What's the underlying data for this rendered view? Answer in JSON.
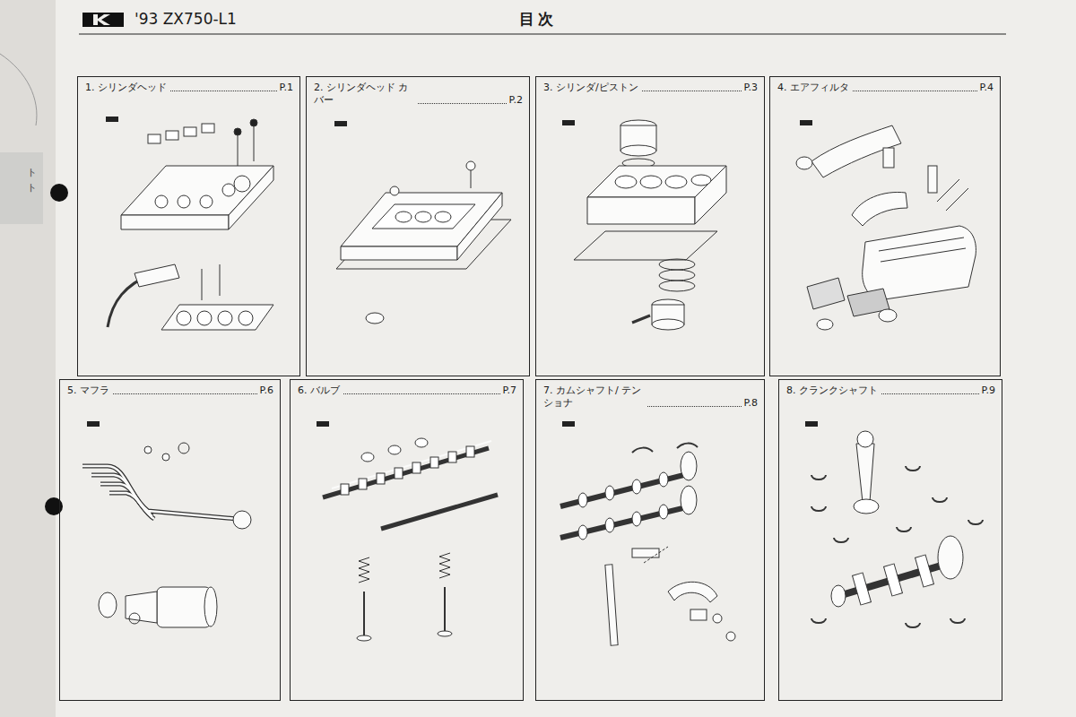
{
  "diagram": {
    "title": "目次",
    "nodes": [
      {
        "text": [
          "1. シリンダヘッド",
          "P.1"
        ]
      },
      {
        "text": [
          "2. シリンダヘッド カバー",
          "P.2"
        ]
      },
      {
        "text": [
          "3. シリンダ/ピストン",
          "P.3"
        ]
      },
      {
        "text": [
          "4. エアフィルタ",
          "P.4"
        ]
      },
      {
        "text": [
          "5. マフラ",
          "P.6"
        ]
      },
      {
        "text": [
          "6. バルブ",
          "P.7"
        ]
      },
      {
        "text": [
          "7. カムシャフト/ テンショナ",
          "P.8"
        ]
      },
      {
        "text": [
          "8. クランクシャフト",
          "P.9"
        ]
      }
    ],
    "labels": [
      "'93 ZX750-L1",
      "ト",
      "ト"
    ]
  }
}
